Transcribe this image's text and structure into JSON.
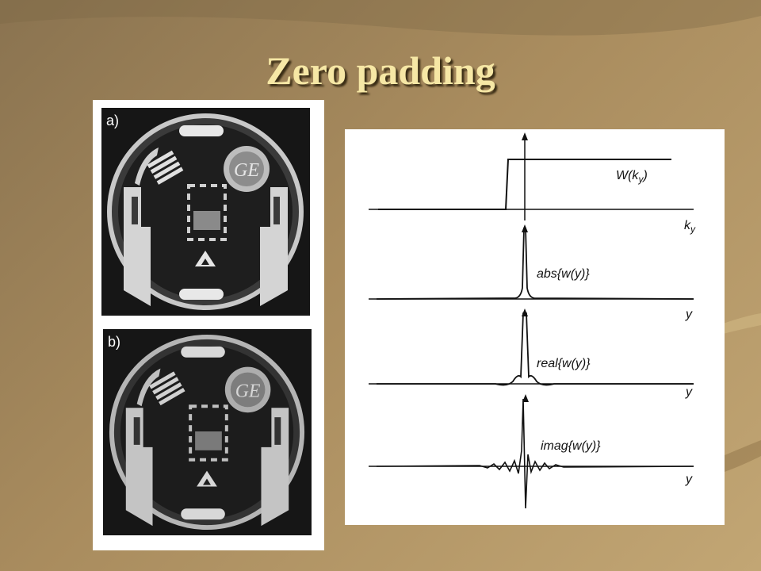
{
  "slide": {
    "title": "Zero padding"
  },
  "images": {
    "a_label": "a)",
    "b_label": "b)",
    "phantom_logo": "GE"
  },
  "plots": {
    "window_label": "W(k",
    "window_sub": "y",
    "window_close": ")",
    "axis_k": "k",
    "axis_k_sub": "y",
    "abs_label": "abs{w(y)}",
    "real_label": "real{w(y)}",
    "imag_label": "imag{w(y)}",
    "axis_y1": "y",
    "axis_y2": "y",
    "axis_y3": "y"
  },
  "colors": {
    "title": "#f6e7a5",
    "background": "#a98c5e"
  }
}
